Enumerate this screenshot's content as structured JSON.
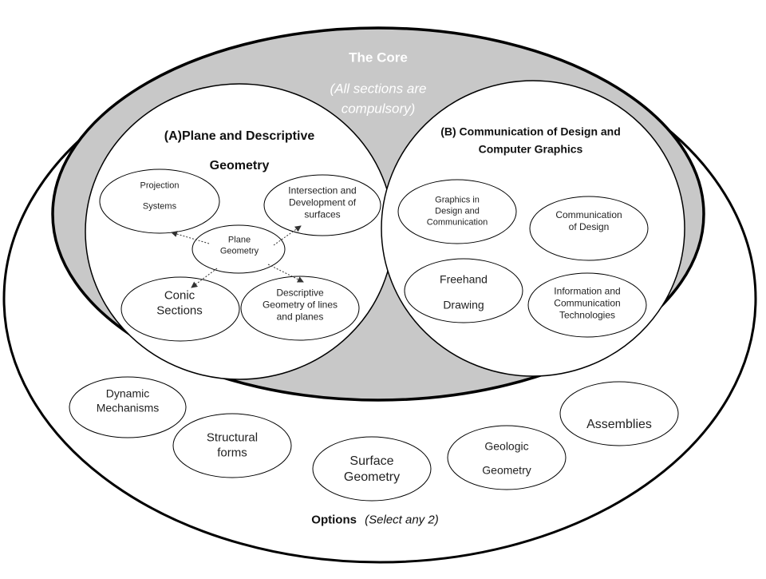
{
  "core": {
    "title": "The Core",
    "subtitle_line1": "(All sections are",
    "subtitle_line2": "compulsory)"
  },
  "section_a": {
    "title_line1": "(A)Plane and Descriptive",
    "title_line2": "Geometry",
    "topics": {
      "projection": {
        "line1": "Projection",
        "line2": "Systems"
      },
      "intersection": {
        "line1": "Intersection and",
        "line2": "Development of",
        "line3": "surfaces"
      },
      "plane": {
        "line1": "Plane",
        "line2": "Geometry"
      },
      "conic": {
        "line1": "Conic",
        "line2": "Sections"
      },
      "descriptive": {
        "line1": "Descriptive",
        "line2": "Geometry of lines",
        "line3": "and planes"
      }
    }
  },
  "section_b": {
    "title_line1": "(B) Communication of Design and",
    "title_line2": "Computer Graphics",
    "topics": {
      "graphics": {
        "line1": "Graphics in",
        "line2": "Design and",
        "line3": "Communication"
      },
      "communication": {
        "line1": "Communication",
        "line2": "of Design"
      },
      "freehand": {
        "line1": "Freehand",
        "line2": "Drawing"
      },
      "ict": {
        "line1": "Information and",
        "line2": "Communication",
        "line3": "Technologies"
      }
    }
  },
  "options": {
    "label": "Options",
    "note": "(Select any 2)",
    "items": {
      "dynamic": {
        "line1": "Dynamic",
        "line2": "Mechanisms"
      },
      "structural": {
        "line1": "Structural",
        "line2": "forms"
      },
      "surface": {
        "line1": "Surface",
        "line2": "Geometry"
      },
      "geologic": {
        "line1": "Geologic",
        "line2": "Geometry"
      },
      "assemblies": {
        "line1": "Assemblies"
      }
    }
  },
  "colors": {
    "core_fill": "#c8c8c8",
    "stroke": "#000000",
    "arrow": "#333333"
  }
}
